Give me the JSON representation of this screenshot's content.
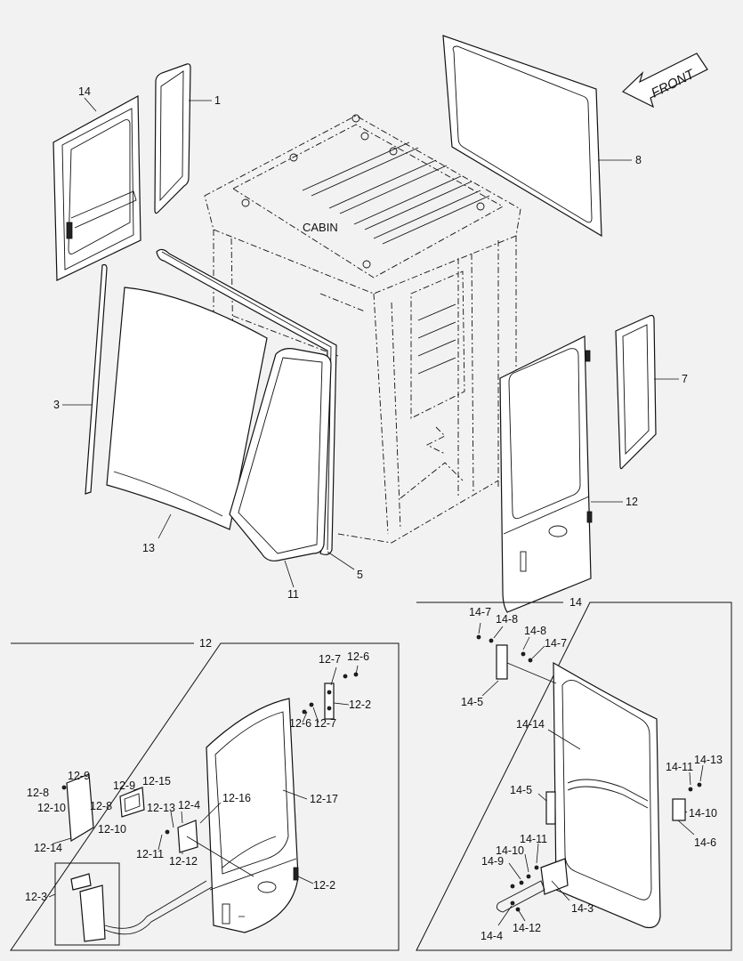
{
  "direction_label": "FRONT",
  "cabin_label": "CABIN",
  "main_callouts": {
    "c14": "14",
    "c1": "1",
    "c8": "8",
    "c3": "3",
    "c7": "7",
    "c12": "12",
    "c13": "13",
    "c5": "5",
    "c11": "11"
  },
  "detail_12": {
    "title": "12",
    "labels": {
      "a": "12-7",
      "b": "12-6",
      "c": "12-2",
      "d": "12-6",
      "e": "12-7",
      "f": "12-9",
      "g": "12-8",
      "h": "12-10",
      "i": "12-9",
      "j": "12-15",
      "k": "12-8",
      "l": "12-10",
      "m": "12-13",
      "n": "12-4",
      "o": "12-16",
      "p": "12-17",
      "q": "12-14",
      "r": "12-11",
      "s": "12-12",
      "t": "12-3",
      "u": "12-2"
    }
  },
  "detail_14": {
    "title": "14",
    "labels": {
      "a": "14-7",
      "b": "14-8",
      "c": "14-8",
      "d": "14-7",
      "e": "14-5",
      "f": "14-14",
      "g": "14-11",
      "h": "14-13",
      "i": "14-5",
      "j": "14-10",
      "k": "14-6",
      "l": "14-11",
      "m": "14-10",
      "n": "14-9",
      "o": "14-3",
      "p": "14-4",
      "q": "14-12"
    }
  }
}
